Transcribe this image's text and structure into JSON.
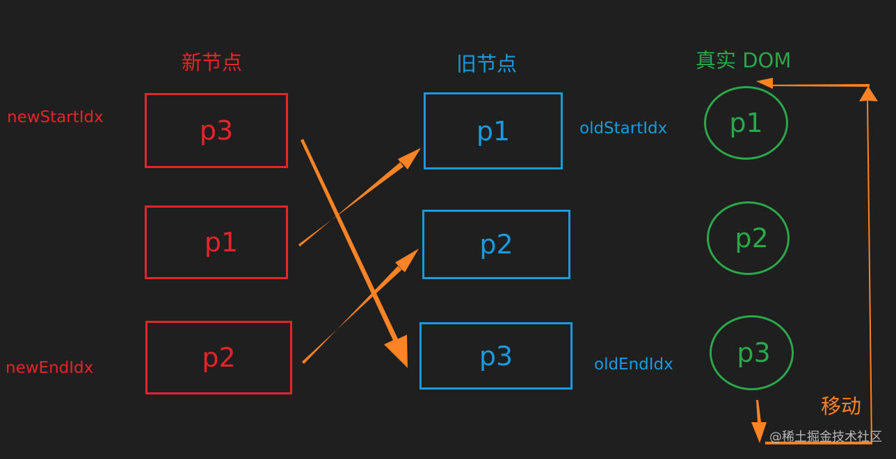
{
  "colors": {
    "background": "#1f1f1f",
    "new": "#e8232a",
    "old": "#1a9be0",
    "dom": "#2aa84a",
    "arrow": "#fd8325"
  },
  "headers": {
    "new_nodes": "新节点",
    "old_nodes": "旧节点",
    "real_dom": "真实 DOM"
  },
  "pointers": {
    "new_start": "newStartIdx",
    "new_end": "newEndIdx",
    "old_start": "oldStartIdx",
    "old_end": "oldEndIdx"
  },
  "new_nodes": [
    "p3",
    "p1",
    "p2"
  ],
  "old_nodes": [
    "p1",
    "p2",
    "p3"
  ],
  "dom_nodes": [
    "p1",
    "p2",
    "p3"
  ],
  "move_label": "移动",
  "watermark": "@稀土掘金技术社区"
}
